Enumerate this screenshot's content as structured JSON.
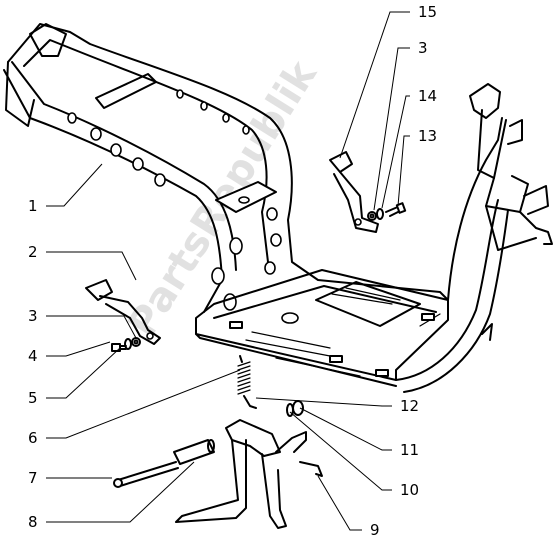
{
  "watermark": "PartsRepublik",
  "callouts": [
    {
      "id": "c1",
      "label": "1"
    },
    {
      "id": "c2",
      "label": "2"
    },
    {
      "id": "c3a",
      "label": "3"
    },
    {
      "id": "c4",
      "label": "4"
    },
    {
      "id": "c5",
      "label": "5"
    },
    {
      "id": "c6",
      "label": "6"
    },
    {
      "id": "c7",
      "label": "7"
    },
    {
      "id": "c8",
      "label": "8"
    },
    {
      "id": "c15",
      "label": "15"
    },
    {
      "id": "c3b",
      "label": "3"
    },
    {
      "id": "c14",
      "label": "14"
    },
    {
      "id": "c13",
      "label": "13"
    },
    {
      "id": "c12",
      "label": "12"
    },
    {
      "id": "c11",
      "label": "11"
    },
    {
      "id": "c10",
      "label": "10"
    },
    {
      "id": "c9",
      "label": "9"
    }
  ]
}
